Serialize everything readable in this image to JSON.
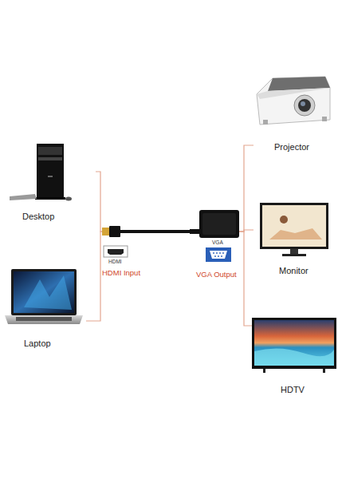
{
  "diagram": {
    "nodes": [
      {
        "text": [
          "Desktop"
        ]
      },
      {
        "text": [
          "Laptop"
        ]
      },
      {
        "text": [
          "HDMI",
          "HDMI Input"
        ]
      },
      {
        "text": [
          "VGA",
          "VGA Output"
        ]
      },
      {
        "text": [
          "Projector"
        ]
      },
      {
        "text": [
          "Monitor"
        ]
      },
      {
        "text": [
          "HDTV"
        ]
      }
    ],
    "edges": [
      {
        "from": 0,
        "to": 2,
        "arrow": "none"
      },
      {
        "from": 1,
        "to": 2,
        "arrow": "none"
      },
      {
        "from": 2,
        "to": 3,
        "arrow": "none"
      },
      {
        "from": 3,
        "to": 4,
        "arrow": "none"
      },
      {
        "from": 3,
        "to": 5,
        "arrow": "none"
      },
      {
        "from": 3,
        "to": 6,
        "arrow": "none"
      }
    ]
  }
}
